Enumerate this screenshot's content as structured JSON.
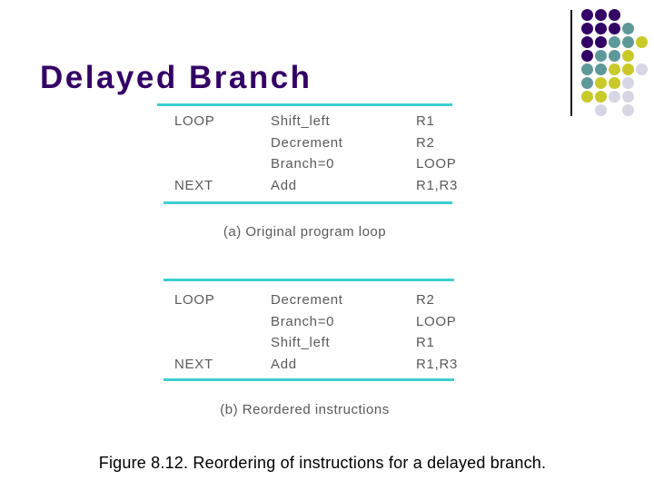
{
  "slide": {
    "title": "Delayed Branch",
    "figure_caption": "Figure 8.12. Reordering of instructions for a delayed branch."
  },
  "colors": {
    "title": "#330066",
    "rule": "#3CCFCF",
    "table_text": "#5A5A5A",
    "caption_text": "#5A5A5A",
    "figure_caption": "#000000",
    "decor_line": "#1A1A1A",
    "dot_P": "#330066",
    "dot_T": "#5E9999",
    "dot_Y": "#C9C929",
    "dot_G": "#D6D6E4"
  },
  "decor_dots": {
    "matrix": [
      [
        "P",
        "P",
        "P",
        "",
        ""
      ],
      [
        "P",
        "P",
        "P",
        "T",
        ""
      ],
      [
        "P",
        "P",
        "T",
        "T",
        "Y"
      ],
      [
        "P",
        "T",
        "T",
        "Y",
        ""
      ],
      [
        "T",
        "T",
        "Y",
        "Y",
        "G"
      ],
      [
        "T",
        "Y",
        "Y",
        "G",
        ""
      ],
      [
        "Y",
        "Y",
        "G",
        "G",
        ""
      ],
      [
        "",
        "G",
        "",
        "G",
        ""
      ]
    ]
  },
  "tables": [
    {
      "caption": "(a) Original program loop",
      "rows": [
        {
          "label": "LOOP",
          "instruction": "Shift_left",
          "operand": "R1"
        },
        {
          "label": "",
          "instruction": "Decrement",
          "operand": "R2"
        },
        {
          "label": "",
          "instruction": "Branch=0",
          "operand": "LOOP"
        },
        {
          "label": "NEXT",
          "instruction": "Add",
          "operand": "R1,R3"
        }
      ]
    },
    {
      "caption": "(b) Reordered instructions",
      "rows": [
        {
          "label": "LOOP",
          "instruction": "Decrement",
          "operand": "R2"
        },
        {
          "label": "",
          "instruction": "Branch=0",
          "operand": "LOOP"
        },
        {
          "label": "",
          "instruction": "Shift_left",
          "operand": "R1"
        },
        {
          "label": "NEXT",
          "instruction": "Add",
          "operand": "R1,R3"
        }
      ]
    }
  ]
}
